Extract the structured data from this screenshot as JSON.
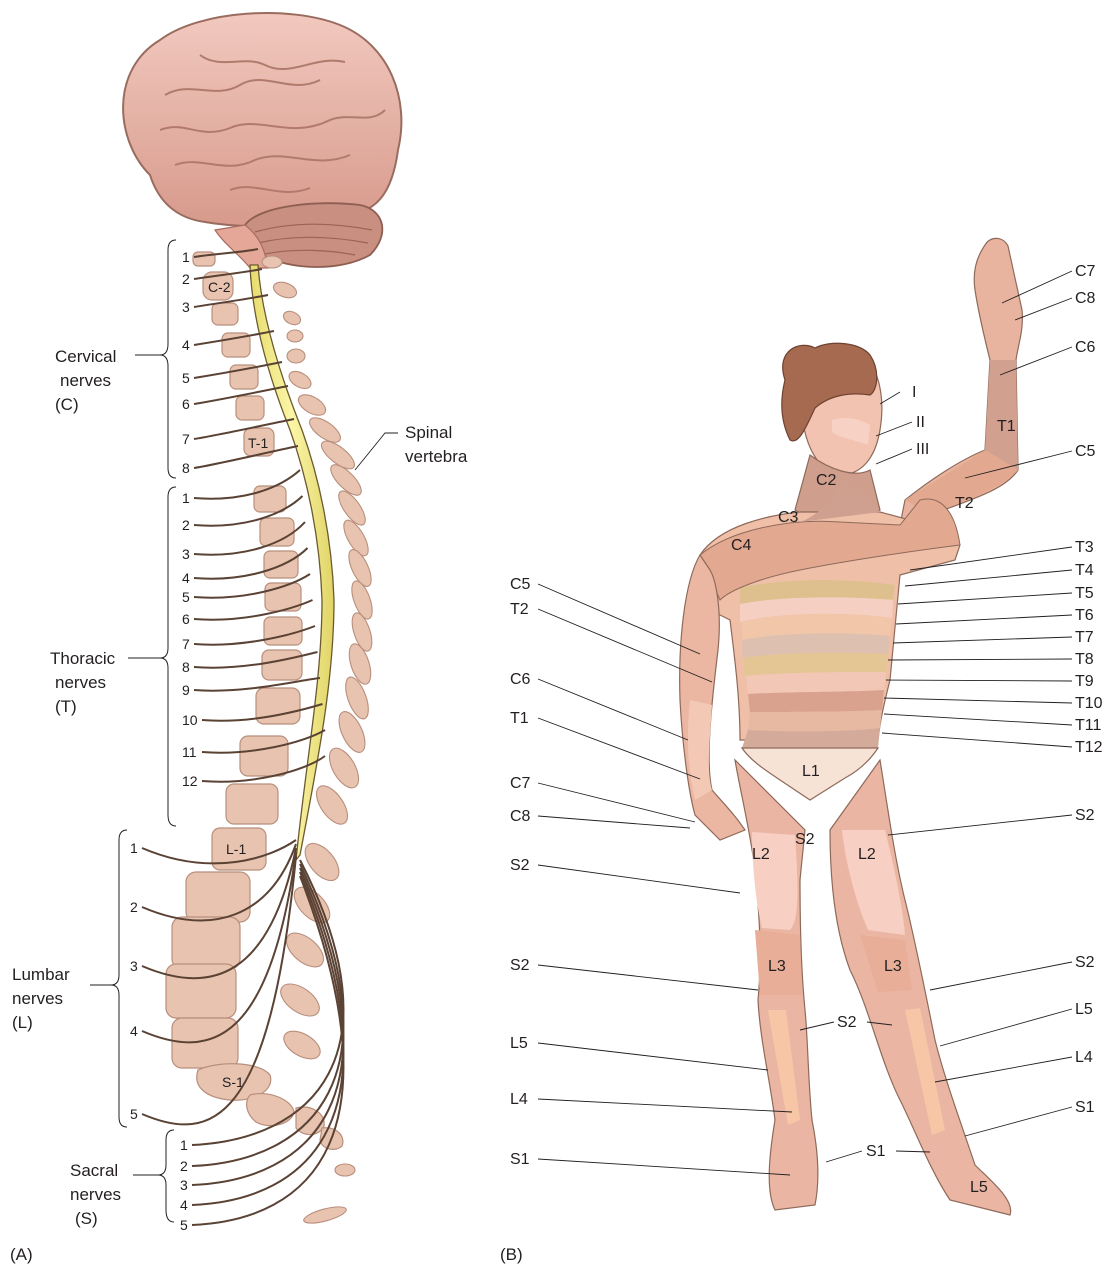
{
  "panels": {
    "a_label": "(A)",
    "b_label": "(B)"
  },
  "spine": {
    "structure_label": "Spinal\nvertebra",
    "vertebra_labels": [
      "C-2",
      "T-1",
      "L-1",
      "S-1"
    ],
    "groups": [
      {
        "key": "cervical",
        "lines": [
          "Cervical",
          "nerves",
          "(C)"
        ],
        "numbers": [
          "1",
          "2",
          "3",
          "4",
          "5",
          "6",
          "7",
          "8"
        ]
      },
      {
        "key": "thoracic",
        "lines": [
          "Thoracic",
          "nerves",
          "(T)"
        ],
        "numbers": [
          "1",
          "2",
          "3",
          "4",
          "5",
          "6",
          "7",
          "8",
          "9",
          "10",
          "11",
          "12"
        ]
      },
      {
        "key": "lumbar",
        "lines": [
          "Lumbar",
          "nerves",
          "(L)"
        ],
        "numbers": [
          "1",
          "2",
          "3",
          "4",
          "5"
        ]
      },
      {
        "key": "sacral",
        "lines": [
          "Sacral",
          "nerves",
          "(S)"
        ],
        "numbers": [
          "1",
          "2",
          "3",
          "4",
          "5"
        ]
      }
    ]
  },
  "dermatomes": {
    "face": [
      "I",
      "II",
      "III"
    ],
    "body_labels": [
      "C2",
      "C3",
      "C4",
      "T1",
      "T2",
      "L1",
      "S2",
      "L2",
      "L2",
      "L3",
      "L3",
      "L5"
    ],
    "left_labels": [
      "C5",
      "T2",
      "C6",
      "T1",
      "C7",
      "C8",
      "S2",
      "S2",
      "L5",
      "L4",
      "S1"
    ],
    "right_labels": [
      "C7",
      "C8",
      "C6",
      "C5",
      "T3",
      "T4",
      "T5",
      "T6",
      "T7",
      "T8",
      "T9",
      "T10",
      "T11",
      "T12",
      "S2",
      "S2",
      "L5",
      "L4",
      "S1"
    ],
    "center_labels": [
      "S2",
      "S1"
    ]
  }
}
